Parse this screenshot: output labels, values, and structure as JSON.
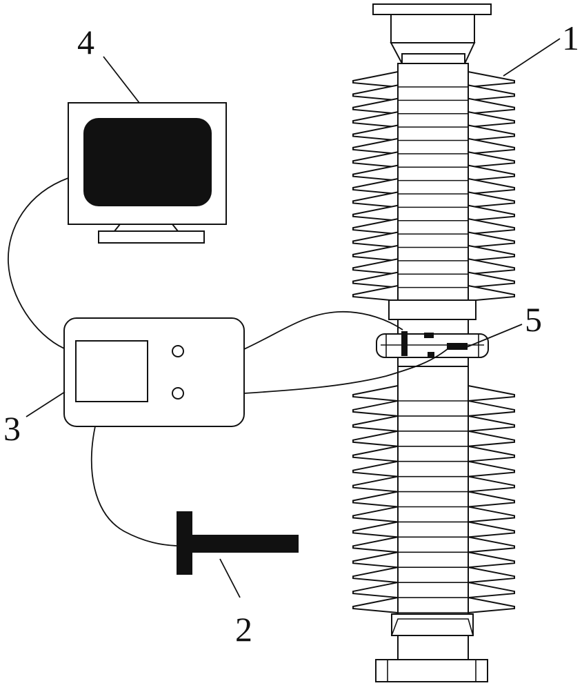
{
  "callouts": {
    "insulator": "1",
    "hammer": "2",
    "analyzer": "3",
    "computer": "4",
    "sensor_clamp": "5"
  },
  "colors": {
    "line": "#111111",
    "screen": "#111111",
    "background": "#ffffff"
  },
  "insulator": {
    "upper_shed_count": 17,
    "lower_shed_count": 15
  },
  "icons": {
    "computer": "monitor-icon",
    "hammer": "hammer-icon",
    "analyzer": "analyzer-device-icon",
    "insulator": "post-insulator-icon",
    "sensor": "clamp-sensor-icon"
  }
}
